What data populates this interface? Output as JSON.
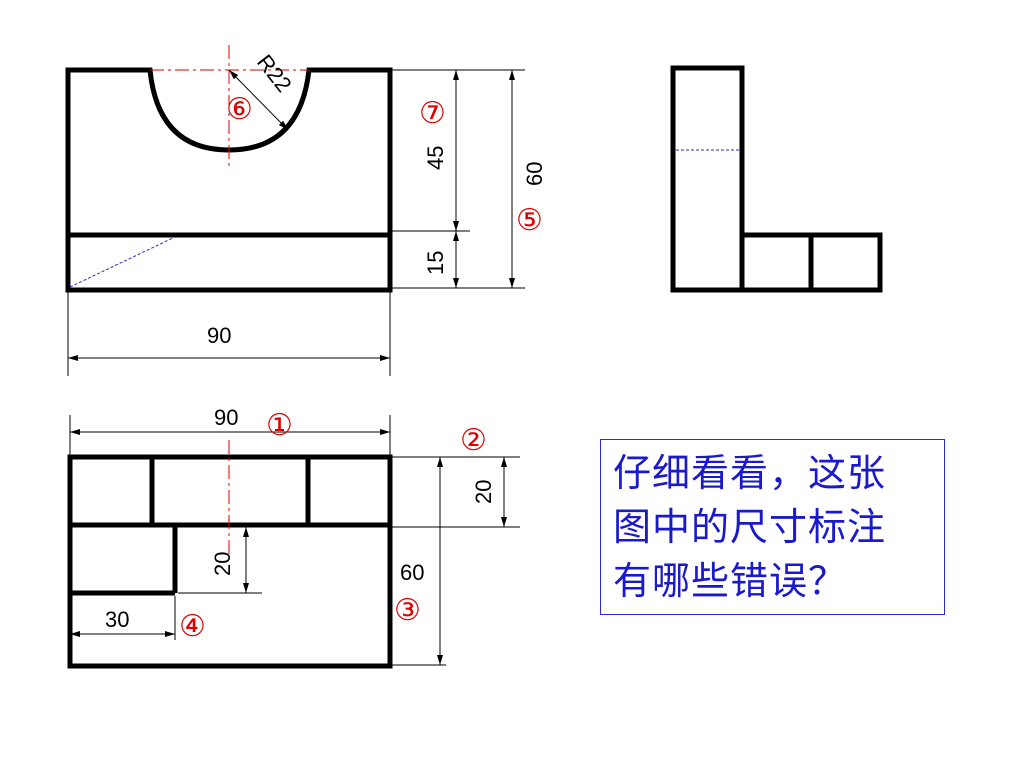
{
  "front_view": {
    "radius_label": "R22",
    "height_upper_label": "45",
    "height_lower_label": "15",
    "height_total_label": "60",
    "width_label": "90"
  },
  "top_view": {
    "width_label": "90",
    "depth_total_label": "60",
    "slot_depth_label": "20",
    "step_depth_label": "20",
    "step_width_label": "30"
  },
  "error_markers": {
    "m1": "①",
    "m2": "②",
    "m3": "③",
    "m4": "④",
    "m5": "⑤",
    "m6": "⑥",
    "m7": "⑦"
  },
  "question": {
    "line1": "仔细看看，这张",
    "line2": "图中的尺寸标注",
    "line3": "有哪些错误？"
  },
  "colors": {
    "outline": "#000000",
    "marker": "#e00000",
    "hidden_line": "#2b2bd0",
    "center_line": "#e00000",
    "question_text": "#1a1acc"
  }
}
